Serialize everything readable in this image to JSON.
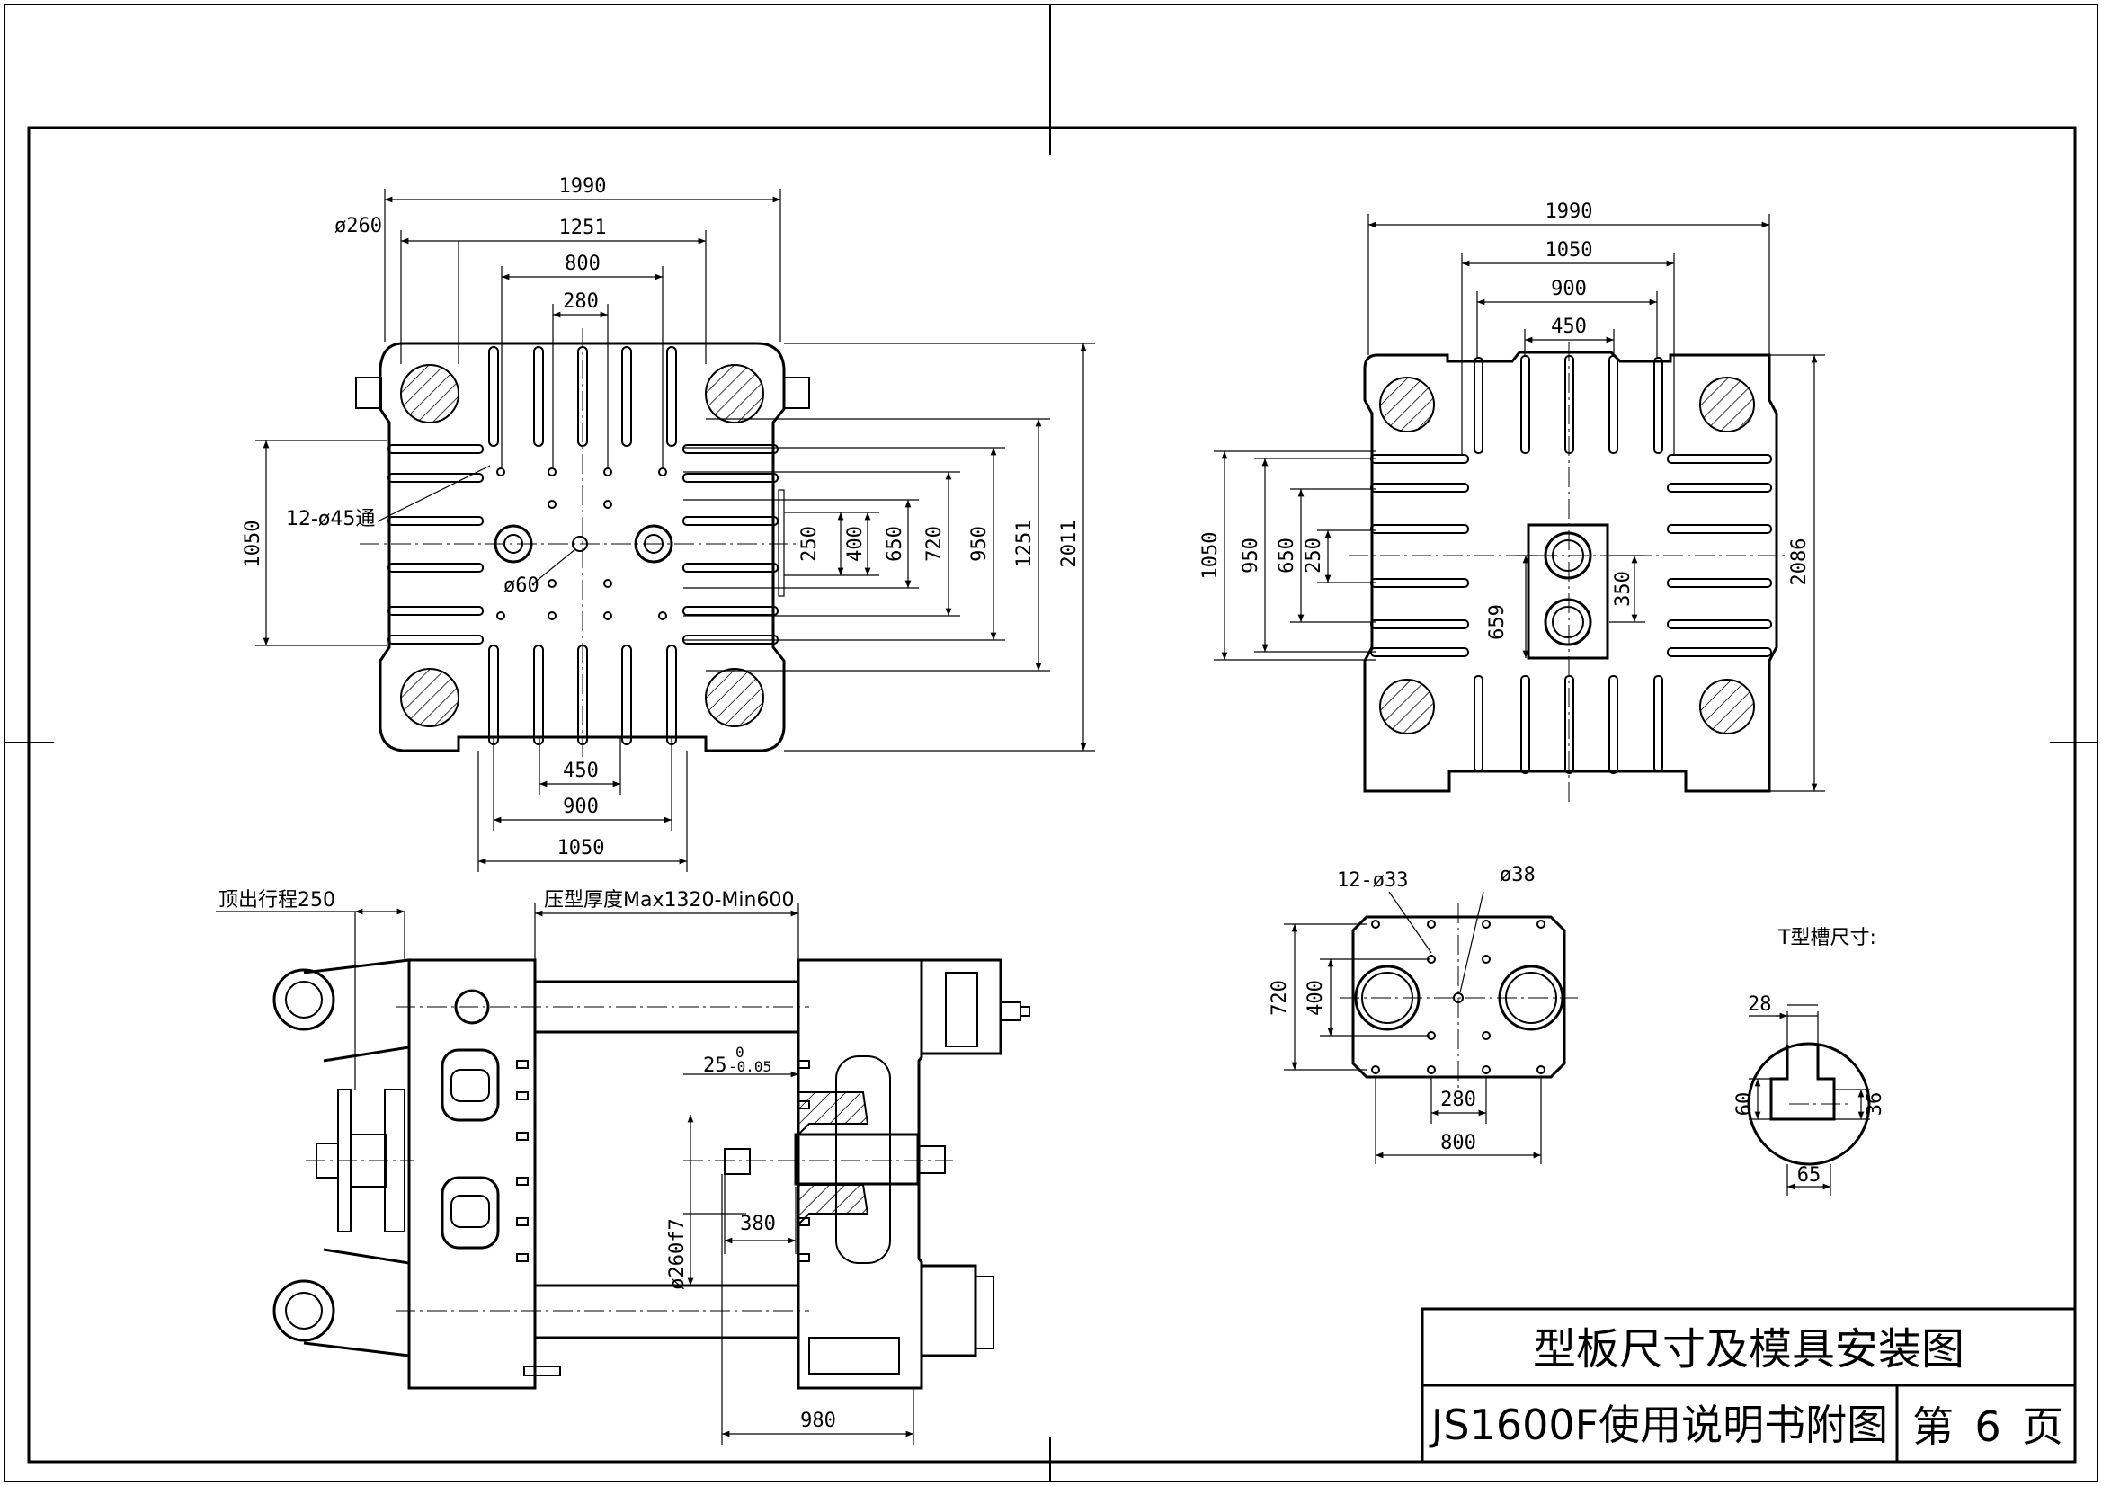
{
  "title_block": {
    "title": "型板尺寸及模具安装图",
    "subtitle": "JS1600F使用说明书附图",
    "page_prefix": "第",
    "page_number": "6",
    "page_suffix": "页"
  },
  "moving_platen": {
    "dims": {
      "width_total": "1990",
      "tie_bar_dia": "ø260",
      "tie_bar_span": "1251",
      "pattern_800": "800",
      "pattern_280": "280",
      "holes_label": "12-ø45通",
      "center_hole": "ø60",
      "v_1050": "1050",
      "v_250": "250",
      "v_400": "400",
      "v_650": "650",
      "v_720": "720",
      "v_950": "950",
      "v_1251": "1251",
      "v_2011": "2011",
      "h_450": "450",
      "h_900": "900",
      "h_1050": "1050"
    }
  },
  "fixed_platen": {
    "dims": {
      "width_total": "1990",
      "w_1050": "1050",
      "w_900": "900",
      "w_450": "450",
      "v_1050": "1050",
      "v_950": "950",
      "v_650": "650",
      "v_250": "250",
      "v_659": "659",
      "v_350": "350",
      "v_2086": "2086"
    }
  },
  "side_view": {
    "labels": {
      "ejector_stroke": "顶出行程250",
      "mold_thickness": "压型厚度Max1320-Min600",
      "tol_25": "25",
      "tol_upper": "0",
      "tol_lower": "-0.05",
      "dia_260f7": "ø260f7",
      "d_380": "380",
      "d_980": "980"
    }
  },
  "ejector_plate": {
    "dims": {
      "holes": "12-ø33",
      "center": "ø38",
      "v_720": "720",
      "v_400": "400",
      "h_280": "280",
      "h_800": "800"
    }
  },
  "t_slot": {
    "title": "T型槽尺寸:",
    "d_28": "28",
    "d_60": "60",
    "d_36": "36",
    "d_65": "65"
  }
}
